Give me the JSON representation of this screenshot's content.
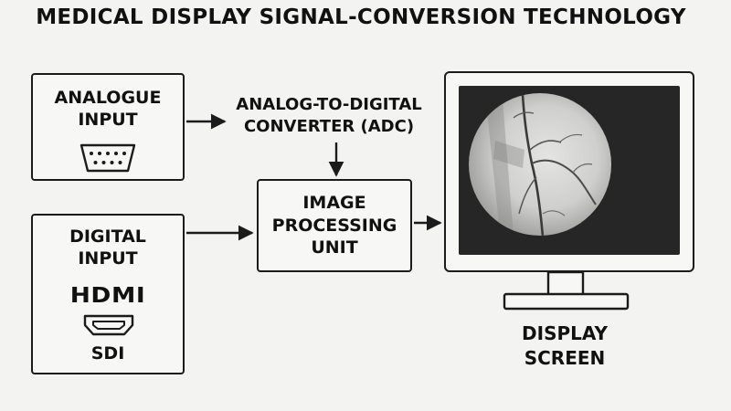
{
  "title": "MEDICAL DISPLAY SIGNAL-CONVERSION TECHNOLOGY",
  "analogue": {
    "label": "ANALOGUE\nINPUT",
    "icon": "vga-port-icon"
  },
  "adc": {
    "label": "ANALOG-TO-DIGITAL\nCONVERTER (ADC)"
  },
  "digital": {
    "label": "DIGITAL\nINPUT",
    "hdmi_label": "HDMI",
    "sdi_label": "SDI",
    "icon": "hdmi-port-icon"
  },
  "ipu": {
    "label": "IMAGE\nPROCESSING\nUNIT"
  },
  "display": {
    "label": "DISPLAY\nSCREEN",
    "image": "grayscale fluoroscopy image"
  },
  "colors": {
    "stroke": "#1b1b1b",
    "background": "#f3f3f1",
    "screen": "#262626"
  }
}
